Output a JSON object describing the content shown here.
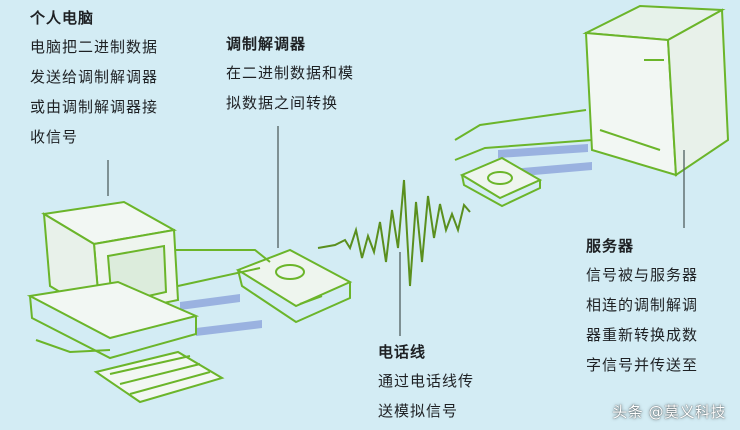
{
  "pc": {
    "title": "个人电脑",
    "lines": [
      "电脑把二进制数据",
      "发送给调制解调器",
      "或由调制解调器接",
      "收信号"
    ]
  },
  "modem": {
    "title": "调制解调器",
    "lines": [
      "在二进制数据和模",
      "拟数据之间转换"
    ]
  },
  "phone_line": {
    "title": "电话线",
    "lines": [
      "通过电话线传",
      "送模拟信号"
    ]
  },
  "server": {
    "title": "服务器",
    "lines": [
      "信号被与服务器",
      "相连的调制解调",
      "器重新转换成数",
      "字信号并传送至"
    ]
  },
  "watermark": "头条 @莫义科技",
  "colors": {
    "background": "#d3ecf4",
    "outline": "#6bb52a",
    "digital_signal": "#8fa8dc",
    "analog_signal": "#5a8f1e"
  }
}
